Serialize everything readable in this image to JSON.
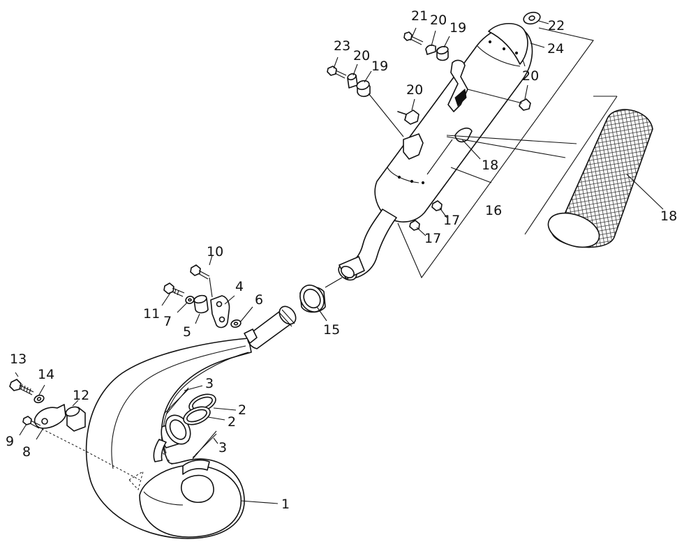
{
  "callouts": [
    {
      "id": "c1",
      "text": "1"
    },
    {
      "id": "c2a",
      "text": "2"
    },
    {
      "id": "c2b",
      "text": "2"
    },
    {
      "id": "c3a",
      "text": "3"
    },
    {
      "id": "c3b",
      "text": "3"
    },
    {
      "id": "c4",
      "text": "4"
    },
    {
      "id": "c5",
      "text": "5"
    },
    {
      "id": "c6",
      "text": "6"
    },
    {
      "id": "c7",
      "text": "7"
    },
    {
      "id": "c8",
      "text": "8"
    },
    {
      "id": "c9",
      "text": "9"
    },
    {
      "id": "c10",
      "text": "10"
    },
    {
      "id": "c11",
      "text": "11"
    },
    {
      "id": "c12",
      "text": "12"
    },
    {
      "id": "c13",
      "text": "13"
    },
    {
      "id": "c14",
      "text": "14"
    },
    {
      "id": "c15",
      "text": "15"
    },
    {
      "id": "c16",
      "text": "16"
    },
    {
      "id": "c17a",
      "text": "17"
    },
    {
      "id": "c17b",
      "text": "17"
    },
    {
      "id": "c18a",
      "text": "18"
    },
    {
      "id": "c18b",
      "text": "18"
    },
    {
      "id": "c19a",
      "text": "19"
    },
    {
      "id": "c19b",
      "text": "19"
    },
    {
      "id": "c20a",
      "text": "20"
    },
    {
      "id": "c20b",
      "text": "20"
    },
    {
      "id": "c20c",
      "text": "20"
    },
    {
      "id": "c20d",
      "text": "20"
    },
    {
      "id": "c21",
      "text": "21"
    },
    {
      "id": "c22",
      "text": "22"
    },
    {
      "id": "c23",
      "text": "23"
    },
    {
      "id": "c24",
      "text": "24"
    }
  ]
}
